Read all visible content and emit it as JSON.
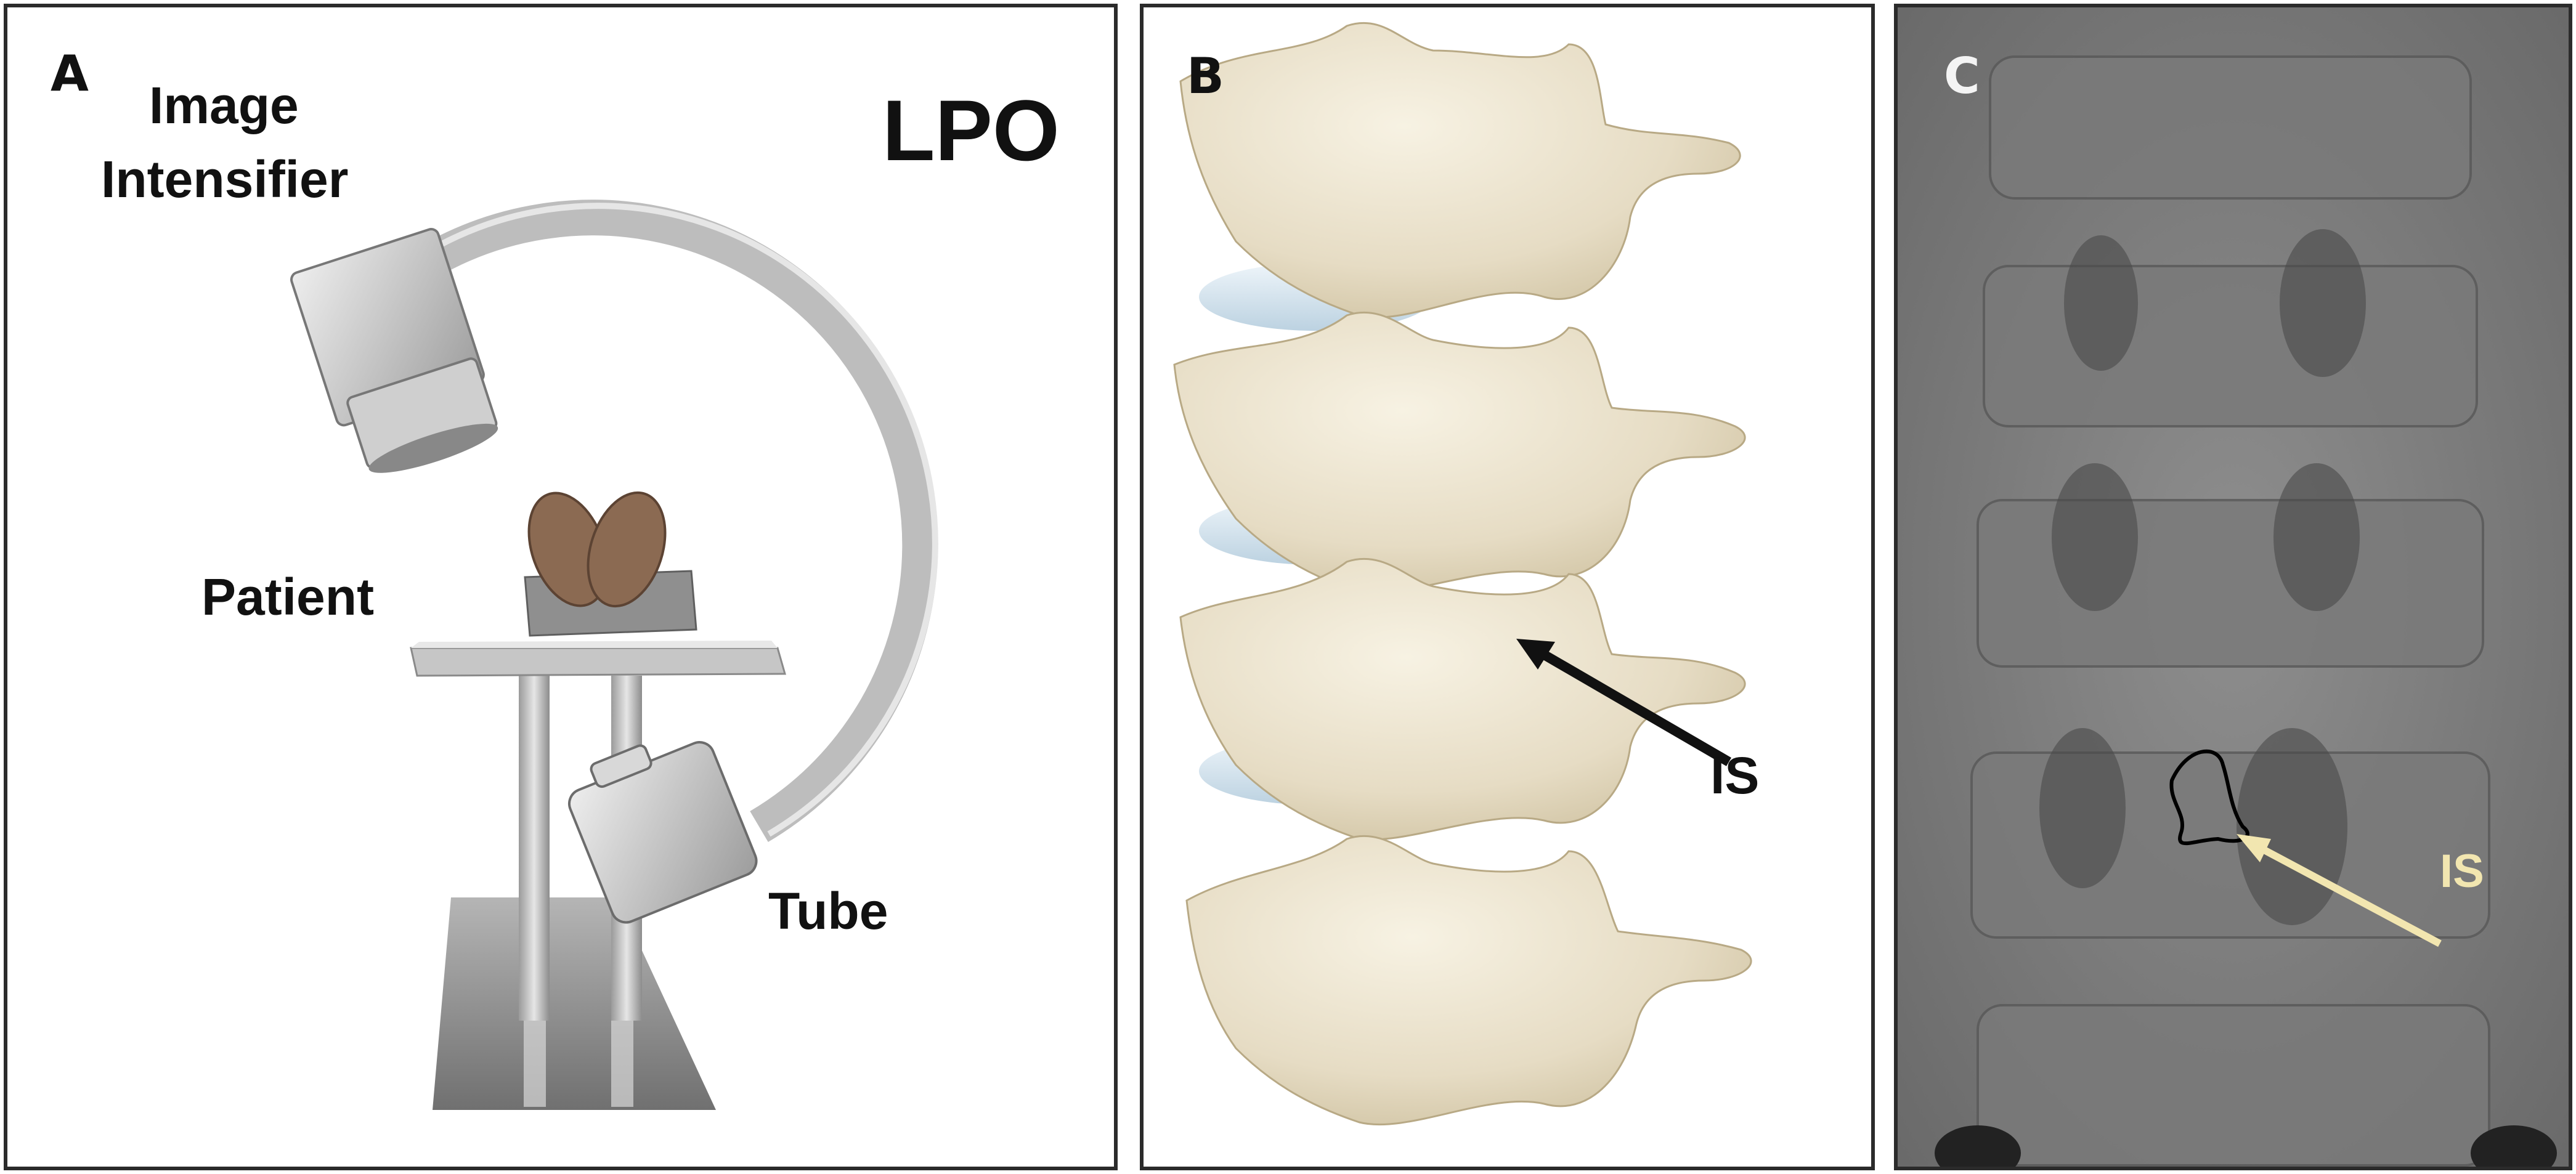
{
  "panels": {
    "a": {
      "letter": "A",
      "title": "LPO",
      "labels": {
        "image_intensifier_line1": "Image",
        "image_intensifier_line2": "Intensifier",
        "patient": "Patient",
        "tube": "Tube"
      }
    },
    "b": {
      "letter": "B",
      "labels": {
        "is": "IS"
      }
    },
    "c": {
      "letter": "C",
      "labels": {
        "is": "IS"
      }
    }
  },
  "colors": {
    "border": "#2b2b2b",
    "bone": "#e9e1cd",
    "disc": "#d3e3ee",
    "fluoro_bg": "#7d7d7d",
    "arrow_b": "#111111",
    "arrow_c": "#f2e6b0",
    "metal": "#c9c9c9"
  }
}
